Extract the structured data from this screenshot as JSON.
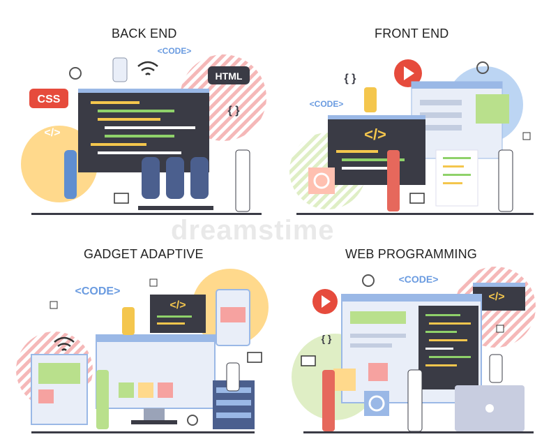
{
  "titles": {
    "back_end": "BACK END",
    "front_end": "FRONT END",
    "gadget_adaptive": "GADGET ADAPTIVE",
    "web_programming": "WEB PROGRAMMING"
  },
  "labels": {
    "code": "<CODE>",
    "css": "CSS",
    "html": "HTML",
    "braces": "{ }",
    "code_tag": "</>"
  },
  "watermark": "dreamstime",
  "colors": {
    "dark_panel": "#3a3b45",
    "code_yellow": "#f4c64d",
    "code_green": "#8fd16a",
    "red_accent": "#e64b3c",
    "blue_accent": "#8fb8e8",
    "light_green_blob": "#dfeec5",
    "orange_blob": "#ffd98c",
    "pink_stripe": "#f5b8b8",
    "window_bar": "#9ab8e6",
    "window_body": "#e9eef8"
  }
}
